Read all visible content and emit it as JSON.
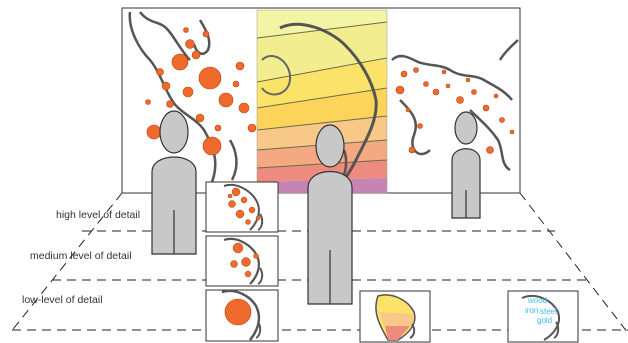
{
  "levels": {
    "high": "high level of detail",
    "medium": "medium level of detail",
    "low": "low-level of detail"
  },
  "materials": [
    "wood",
    "iron",
    "steel",
    "gold"
  ],
  "colors": {
    "dot": "#ef6a2c",
    "dot_stroke": "#b04410",
    "figure": "#c8c8c8",
    "coast": "#555555",
    "band_colors": [
      "#f4f4a6",
      "#fbe36a",
      "#fcd45a",
      "#f7c887",
      "#f4a983",
      "#ec8b7e",
      "#c584b1"
    ]
  },
  "icons": [
    "world-map-with-dots",
    "colored-band-map",
    "person-silhouette",
    "africa-thumbnail"
  ]
}
